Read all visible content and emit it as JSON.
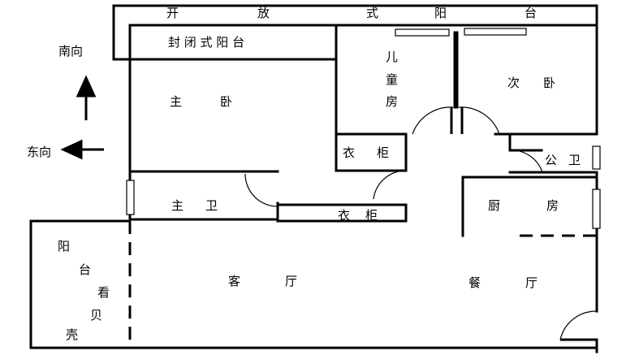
{
  "compass": {
    "south_label": "南向",
    "east_label": "东向"
  },
  "rooms": {
    "open_balcony": [
      "开",
      "放",
      "式",
      "阳",
      "台"
    ],
    "closed_balcony": "封 闭 式 阳 台",
    "children_room": [
      "儿",
      "童",
      "房"
    ],
    "second_bedroom": [
      "次",
      "卧"
    ],
    "master_bedroom": [
      "主",
      "卧"
    ],
    "wardrobe_upper": [
      "衣",
      "柜"
    ],
    "public_bath": [
      "公",
      "卫"
    ],
    "master_bath": [
      "主",
      "卫"
    ],
    "wardrobe_lower": [
      "衣",
      "柜"
    ],
    "kitchen": [
      "厨",
      "房"
    ],
    "living_room": [
      "客",
      "厅"
    ],
    "dining_room": [
      "餐",
      "厅"
    ],
    "balcony_view": [
      "阳",
      "台",
      "看",
      "贝",
      "壳"
    ]
  }
}
